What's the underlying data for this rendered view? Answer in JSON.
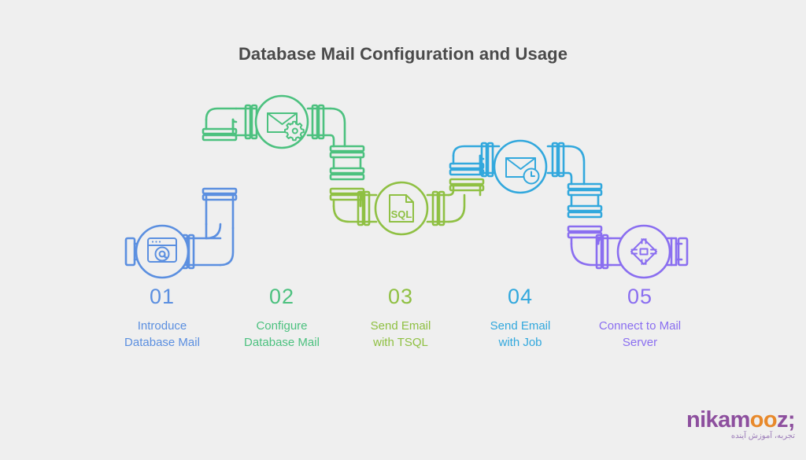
{
  "page": {
    "background": "#efefef",
    "title": "Database Mail Configuration and Usage",
    "title_color": "#4a4a4a"
  },
  "palette": {
    "step1": "#5b8fe0",
    "step2": "#4cc17f",
    "step3": "#8fc043",
    "step4": "#32a8dd",
    "step5": "#8a6ef0"
  },
  "steps": [
    {
      "number": "01",
      "label_line1": "Introduce",
      "label_line2": "Database Mail",
      "color": "#5b8fe0",
      "icon": "browser-at-icon"
    },
    {
      "number": "02",
      "label_line1": "Configure",
      "label_line2": "Database Mail",
      "color": "#4cc17f",
      "icon": "envelope-gear-icon"
    },
    {
      "number": "03",
      "label_line1": "Send Email",
      "label_line2": "with TSQL",
      "color": "#8fc043",
      "icon": "sql-document-icon"
    },
    {
      "number": "04",
      "label_line1": "Send Email",
      "label_line2": "with Job",
      "color": "#32a8dd",
      "icon": "envelope-clock-icon"
    },
    {
      "number": "05",
      "label_line1": "Connect to Mail",
      "label_line2": "Server",
      "color": "#8a6ef0",
      "icon": "server-chip-icon"
    }
  ],
  "logo": {
    "word_part1": "nikam",
    "word_part2": "oo",
    "word_part3": "z;",
    "subtitle": "تجربه، آموزش آینده",
    "color_primary": "#8d4f9e",
    "color_accent": "#e8892b"
  }
}
